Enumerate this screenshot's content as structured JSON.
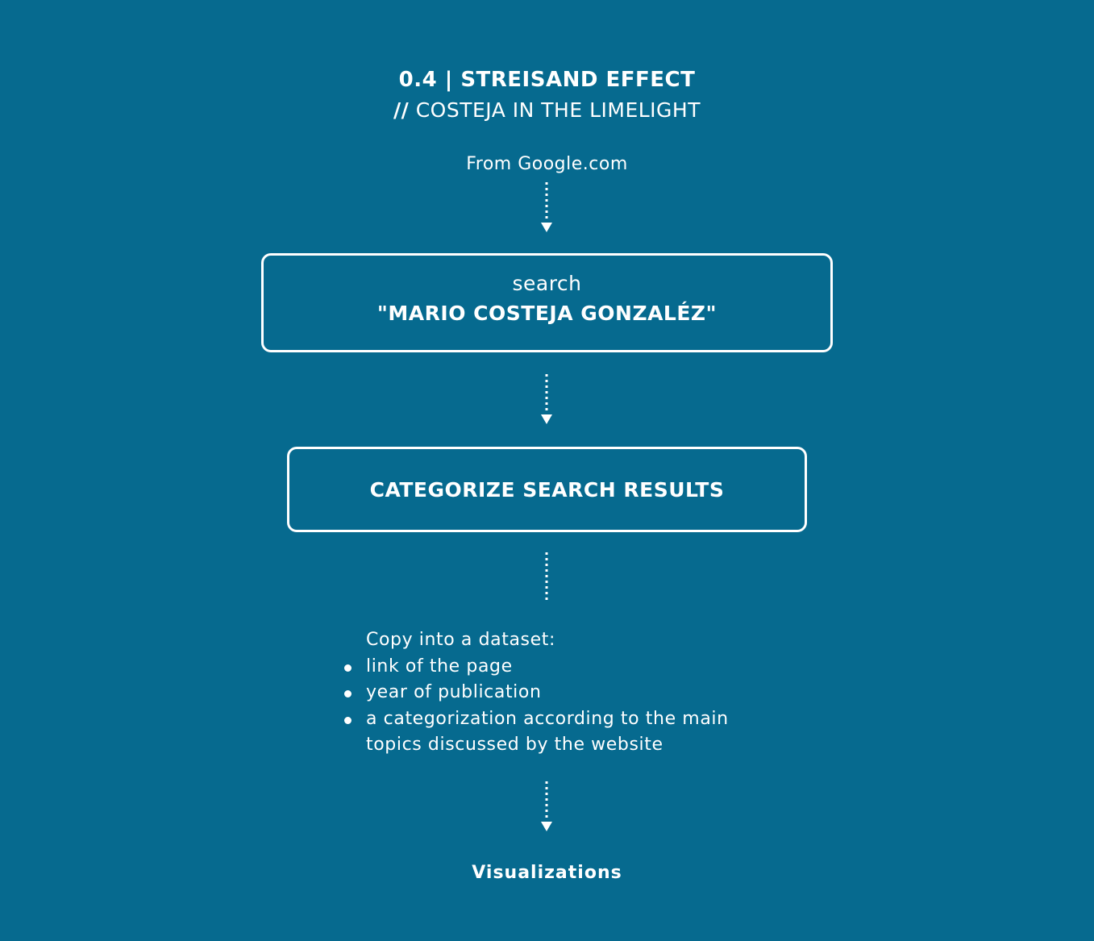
{
  "title": {
    "line1": "0.4 | STREISAND EFFECT",
    "line2_prefix": "//",
    "line2_text": " COSTEJA IN THE LIMELIGHT"
  },
  "source": "From Google.com",
  "steps": {
    "search": {
      "verb": "search",
      "query": "\"MARIO COSTEJA GONZALÉZ\""
    },
    "categorize": {
      "label": "CATEGORIZE SEARCH RESULTS"
    }
  },
  "dataset": {
    "intro": "Copy into a dataset:",
    "items": [
      "link of the page",
      "year of publication",
      "a categorization according to the main topics discussed by the  website"
    ]
  },
  "output": "Visualizations"
}
